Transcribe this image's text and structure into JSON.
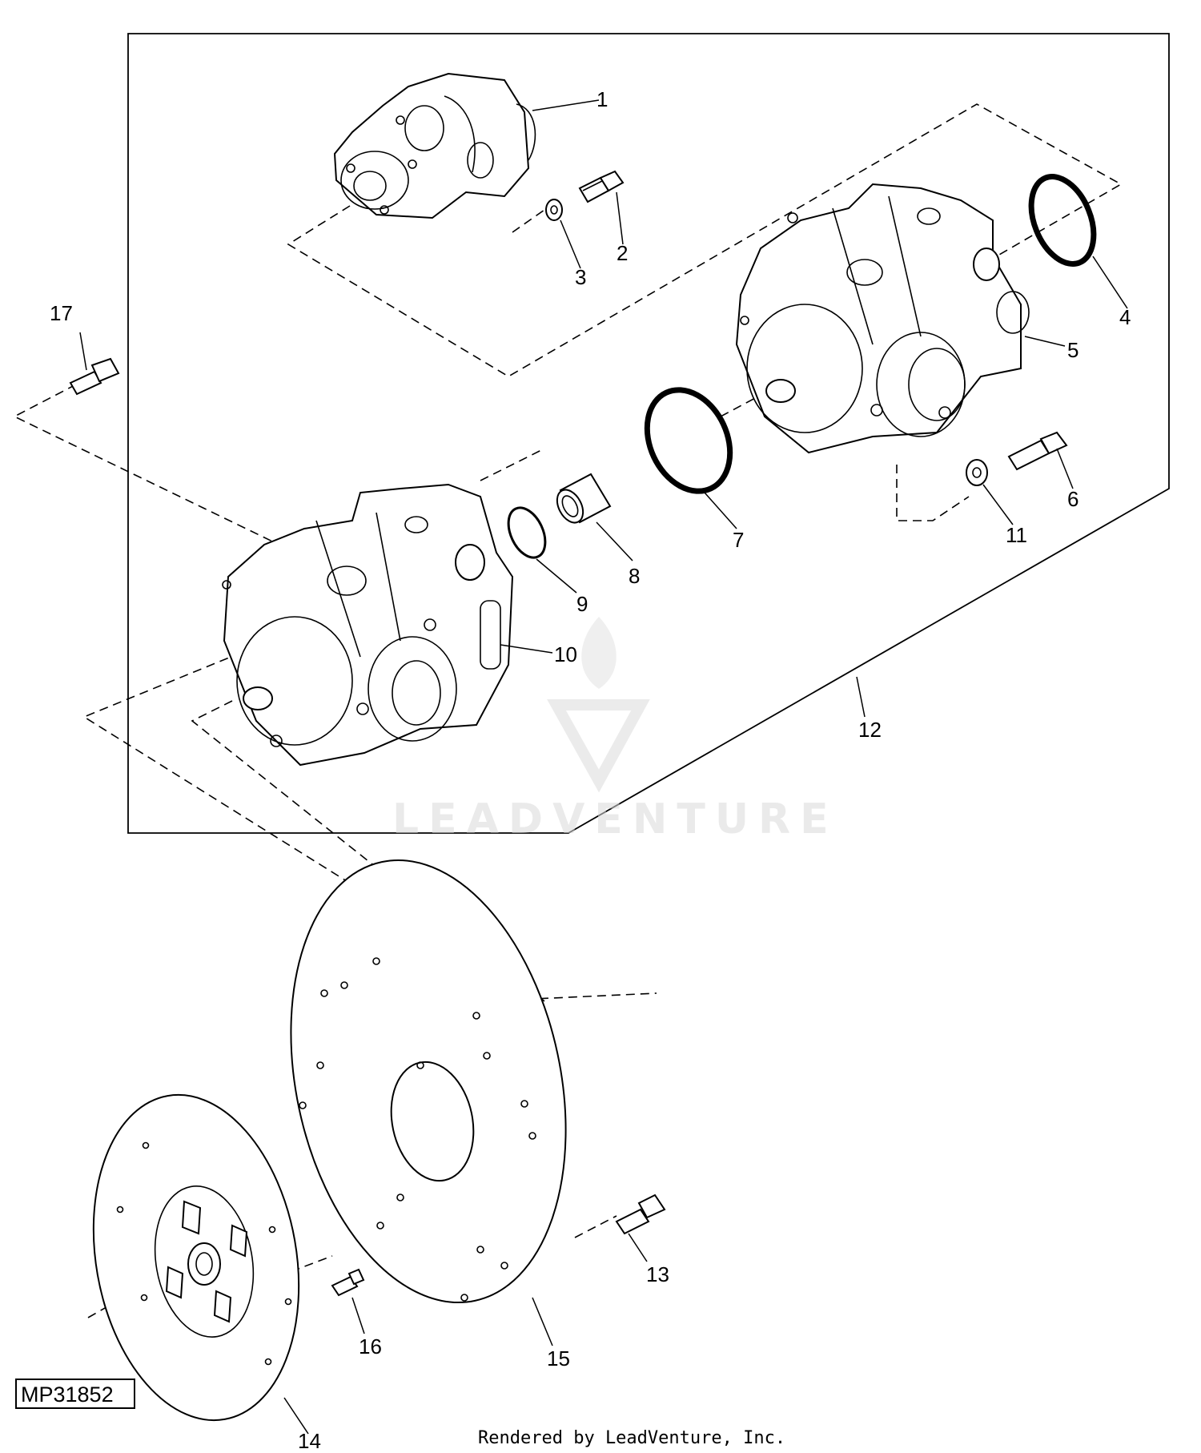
{
  "drawing_id": "MP31852",
  "footer_text": "Rendered by LeadVenture, Inc.",
  "watermark_text": "LEADVENTURE",
  "callouts": [
    "1",
    "2",
    "3",
    "4",
    "5",
    "6",
    "7",
    "8",
    "9",
    "10",
    "11",
    "12",
    "13",
    "14",
    "15",
    "16",
    "17"
  ],
  "parts": {
    "gear_pump": "1",
    "cap_screw_upper": "2",
    "washer_upper": "3",
    "o_ring_rear": "4",
    "rear_hydrostatic_pump": "5",
    "cap_screw_rear": "6",
    "o_ring_middle": "7",
    "coupler_sleeve": "8",
    "snap_ring": "9",
    "front_hydrostatic_pump": "10",
    "washer_rear": "11",
    "pump_assembly": "12",
    "cap_screw_flywheel": "13",
    "drive_damper": "14",
    "flywheel_housing_plate": "15",
    "cap_screw_damper": "16",
    "cap_screw_mounting": "17"
  }
}
